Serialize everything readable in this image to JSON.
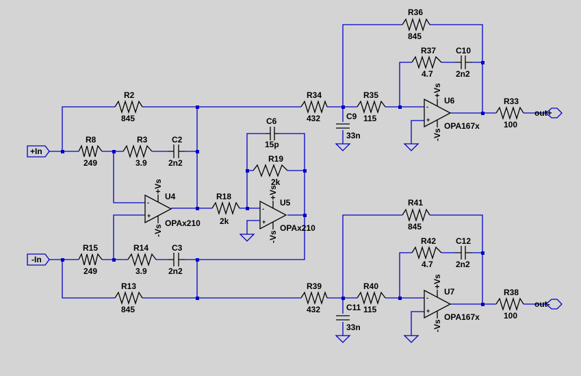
{
  "colors": {
    "background": "#d4d4d4",
    "wire": "#0000c8",
    "component": "#000000",
    "text": "#000000"
  },
  "ports": {
    "in_p": "+In",
    "in_n": "-In",
    "out_p": "out+",
    "out_n": "out-"
  },
  "components": {
    "R2": {
      "ref": "R2",
      "value": "845"
    },
    "R8": {
      "ref": "R8",
      "value": "249"
    },
    "R3": {
      "ref": "R3",
      "value": "3.9"
    },
    "C2": {
      "ref": "C2",
      "value": "2n2"
    },
    "R15": {
      "ref": "R15",
      "value": "249"
    },
    "R14": {
      "ref": "R14",
      "value": "3.9"
    },
    "C3": {
      "ref": "C3",
      "value": "2n2"
    },
    "R13": {
      "ref": "R13",
      "value": "845"
    },
    "R18": {
      "ref": "R18",
      "value": "2k"
    },
    "C6": {
      "ref": "C6",
      "value": "15p"
    },
    "R19": {
      "ref": "R19",
      "value": "2k"
    },
    "R34": {
      "ref": "R34",
      "value": "432"
    },
    "R35": {
      "ref": "R35",
      "value": "115"
    },
    "C9": {
      "ref": "C9",
      "value": "33n"
    },
    "R36": {
      "ref": "R36",
      "value": "845"
    },
    "R37": {
      "ref": "R37",
      "value": "4.7"
    },
    "C10": {
      "ref": "C10",
      "value": "2n2"
    },
    "R33": {
      "ref": "R33",
      "value": "100"
    },
    "R39": {
      "ref": "R39",
      "value": "432"
    },
    "R40": {
      "ref": "R40",
      "value": "115"
    },
    "C11": {
      "ref": "C11",
      "value": "33n"
    },
    "R41": {
      "ref": "R41",
      "value": "845"
    },
    "R42": {
      "ref": "R42",
      "value": "4.7"
    },
    "C12": {
      "ref": "C12",
      "value": "2n2"
    },
    "R38": {
      "ref": "R38",
      "value": "100"
    }
  },
  "opamps": {
    "U4": {
      "ref": "U4",
      "model": "OPAx210"
    },
    "U5": {
      "ref": "U5",
      "model": "OPAx210"
    },
    "U6": {
      "ref": "U6",
      "model": "OPA167x"
    },
    "U7": {
      "ref": "U7",
      "model": "OPA167x"
    }
  },
  "supply": {
    "pos": "+Vs",
    "neg": "-Vs",
    "plus": "+",
    "minus": "-"
  }
}
